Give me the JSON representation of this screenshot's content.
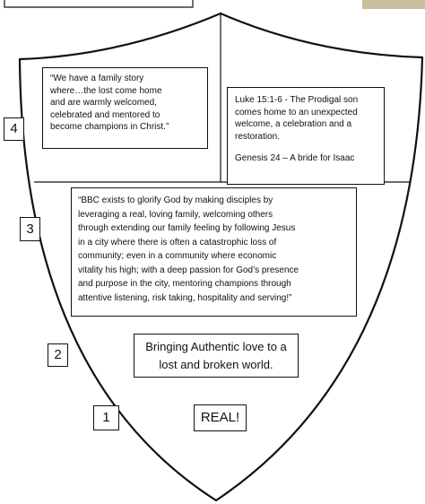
{
  "quote_box": {
    "lines": [
      "“We have a family story",
      "where…the lost come home",
      "and are warmly welcomed,",
      "celebrated and mentored to",
      "become champions in Christ.”"
    ]
  },
  "scripture_box": {
    "lines": [
      "Luke 15:1-6 - The Prodigal son",
      "comes home to an unexpected",
      "welcome, a celebration and a",
      "restoration."
    ],
    "reference2": "Genesis 24 – A bride for Isaac"
  },
  "mission_box": {
    "lines": [
      "“BBC exists to glorify God by making disciples by",
      "leveraging a real, loving family, welcoming others",
      "through extending our family feeling by following Jesus",
      "in a city where there is often a catastrophic loss of",
      "community; even in a community where economic",
      "vitality his high; with a deep passion for God’s presence",
      "and purpose in the city, mentoring champions through",
      "attentive listening, risk taking, hospitality and serving!”"
    ]
  },
  "tagline_box": {
    "lines": [
      "Bringing Authentic love to a",
      "lost and broken world."
    ]
  },
  "real_box": {
    "text": "REAL!"
  },
  "labels": {
    "n1": "1",
    "n2": "2",
    "n3": "3",
    "n4": "4"
  }
}
